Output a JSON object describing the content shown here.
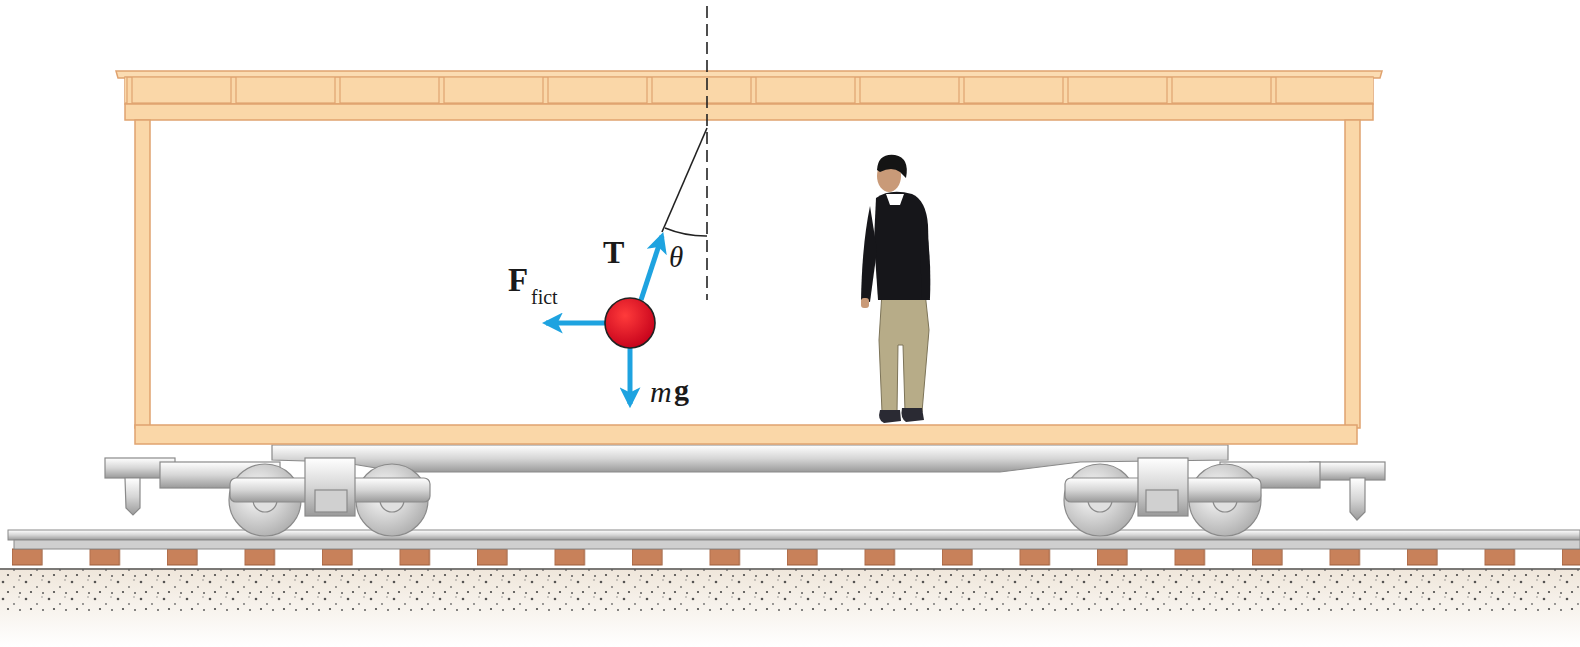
{
  "diagram": {
    "labels": [
      "T",
      "θ",
      "F",
      "fict",
      "m",
      "g"
    ]
  }
}
